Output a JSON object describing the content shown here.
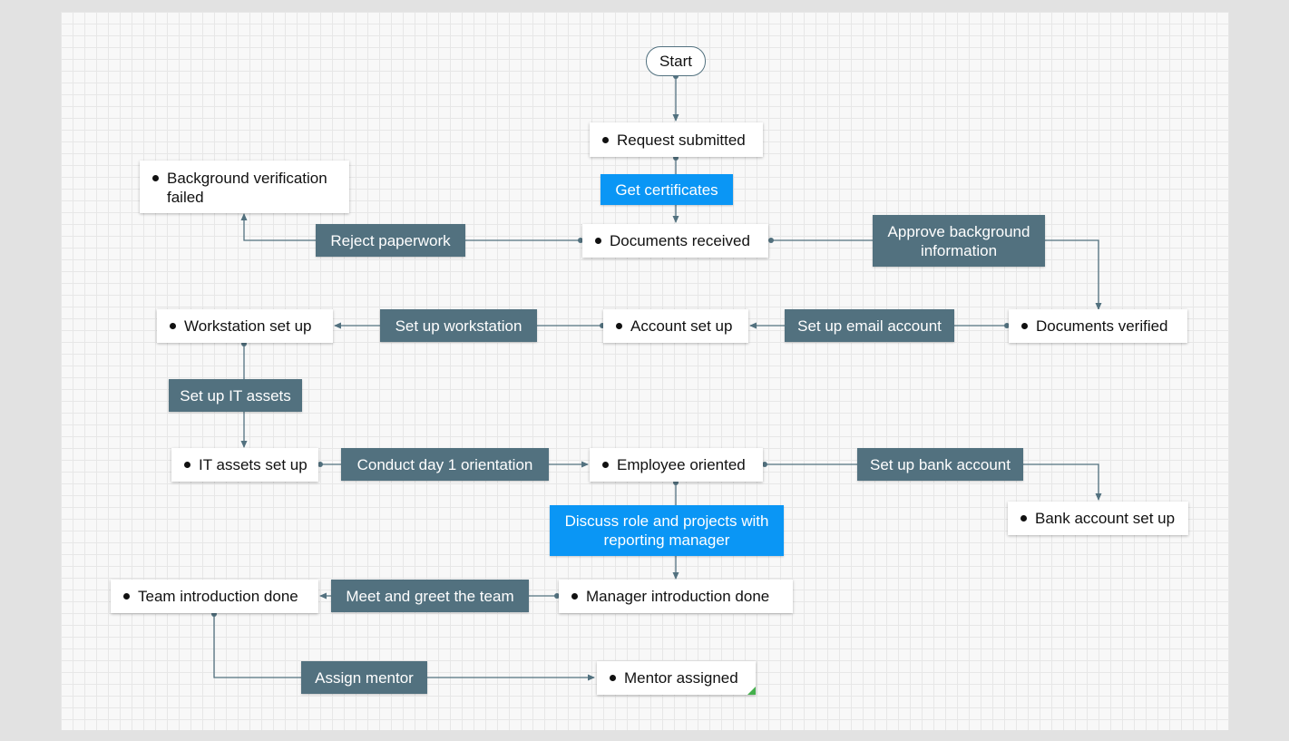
{
  "start_label": "Start",
  "nodes": {
    "request_submitted": "Request submitted",
    "background_failed": "Background verification failed",
    "documents_received": "Documents received",
    "documents_verified": "Documents verified",
    "account_set_up": "Account set up",
    "workstation_set_up": "Workstation set up",
    "it_assets_set_up": "IT assets set up",
    "employee_oriented": "Employee oriented",
    "bank_account_set_up": "Bank account set up",
    "manager_intro_done": "Manager introduction done",
    "team_intro_done": "Team introduction done",
    "mentor_assigned": "Mentor assigned"
  },
  "actions": {
    "get_certificates": "Get certificates",
    "reject_paperwork": "Reject paperwork",
    "approve_background": "Approve background information",
    "set_up_email": "Set up email account",
    "set_up_workstation": "Set up workstation",
    "set_up_it_assets": "Set up IT assets",
    "conduct_orientation": "Conduct day 1 orientation",
    "set_up_bank": "Set up bank account",
    "discuss_role": "Discuss role and projects with reporting manager",
    "meet_greet": "Meet and greet the team",
    "assign_mentor": "Assign mentor"
  },
  "colors": {
    "action_fill": "#52717f",
    "highlight_fill": "#0a96f5",
    "connector": "#52717f",
    "node_fill": "#ffffff",
    "canvas_bg": "#f8f8f8",
    "corner_marker": "#44b04c"
  }
}
